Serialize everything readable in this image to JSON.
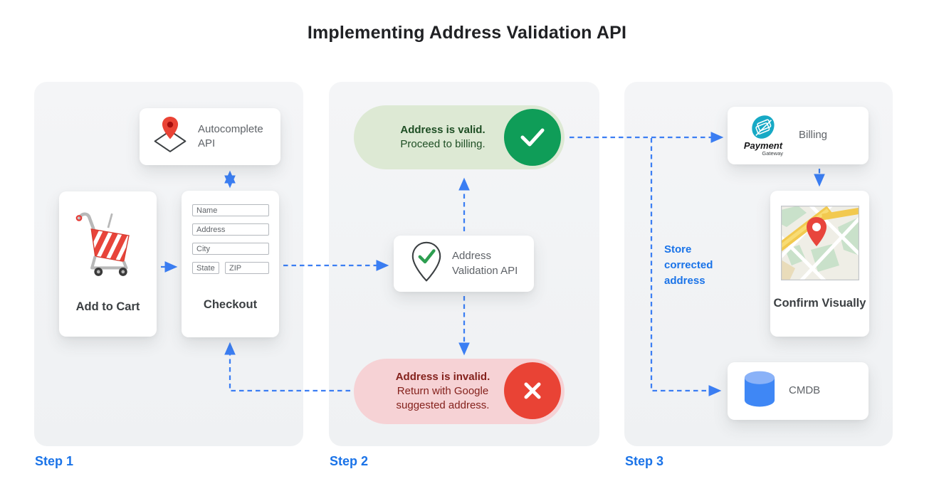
{
  "title": "Implementing Address Validation API",
  "steps": [
    "Step 1",
    "Step 2",
    "Step 3"
  ],
  "step1": {
    "autocomplete_api": {
      "label": "Autocomplete API"
    },
    "add_to_cart": {
      "label": "Add to Cart"
    },
    "checkout": {
      "label": "Checkout",
      "fields": [
        "Name",
        "Address",
        "City",
        "State",
        "ZIP"
      ]
    }
  },
  "step2": {
    "valid": {
      "title": "Address is valid.",
      "subtitle": "Proceed to billing."
    },
    "validation_api": {
      "label": "Address Validation API"
    },
    "invalid": {
      "title": "Address is invalid.",
      "subtitle": "Return with Google suggested address."
    }
  },
  "step3": {
    "billing": {
      "label": "Billing",
      "icon_brand": "Payment",
      "icon_sub": "Gateway"
    },
    "annotation": "Store corrected address",
    "confirm_visually": {
      "label": "Confirm Visually"
    },
    "cmdb": {
      "label": "CMDB"
    }
  },
  "colors": {
    "accent_blue": "#1a73e8",
    "arrow_blue": "#3b7ef3",
    "valid_circle_green": "#0f9d58",
    "valid_pill_bg": "#dde9d4",
    "valid_text": "#1e4e24",
    "invalid_circle_red": "#e94335",
    "invalid_pill_bg": "#f6d2d5",
    "invalid_text": "#84211c",
    "panel_bg": "#f1f3f4",
    "pin_red": "#ea4335"
  }
}
